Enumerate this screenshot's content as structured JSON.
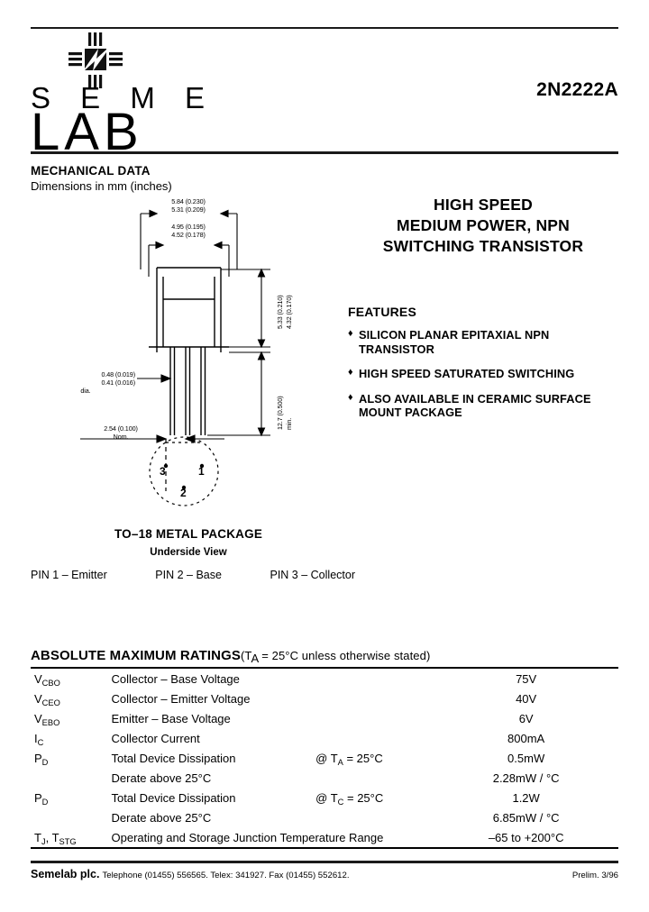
{
  "header": {
    "logo_word_top": "S E M E",
    "logo_word_bottom": "LAB",
    "part_number": "2N2222A"
  },
  "mechanical": {
    "title": "MECHANICAL DATA",
    "subtitle": "Dimensions in mm (inches)",
    "dimensions": {
      "body_width_max": "5.84 (0.230)",
      "body_width_min": "5.31 (0.209)",
      "body_inner_max": "4.95 (0.195)",
      "body_inner_min": "4.52 (0.178)",
      "body_height_max": "5.33 (0.210)",
      "body_height_min": "4.32 (0.170)",
      "lead_length": "12.7 (0.500)",
      "lead_length_note": "min.",
      "lead_dia_max": "0.48 (0.019)",
      "lead_dia_min": "0.41 (0.016)",
      "lead_dia_note": "dia.",
      "pin_spacing": "2.54 (0.100)",
      "pin_spacing_note": "Nom."
    },
    "pin_numbers": {
      "p1": "1",
      "p2": "2",
      "p3": "3"
    },
    "package_title": "TO–18 METAL PACKAGE",
    "package_view": "Underside View",
    "pin_legend": [
      "PIN 1 – Emitter",
      "PIN 2 – Base",
      "PIN 3 – Collector"
    ]
  },
  "product": {
    "title_lines": [
      "HIGH SPEED",
      "MEDIUM POWER, NPN",
      "SWITCHING TRANSISTOR"
    ],
    "features_heading": "FEATURES",
    "bullet_glyph": "♦",
    "features": [
      "SILICON PLANAR EPITAXIAL NPN TRANSISTOR",
      "HIGH SPEED SATURATED SWITCHING",
      "ALSO AVAILABLE IN CERAMIC SURFACE MOUNT PACKAGE"
    ]
  },
  "ratings": {
    "heading": "ABSOLUTE MAXIMUM RATINGS",
    "heading_condition_pre": "(T",
    "heading_condition_sub": "A",
    "heading_condition_post": " = 25°C unless otherwise stated)",
    "rows": [
      {
        "symbol_main": "V",
        "symbol_sub": "CBO",
        "description": "Collector – Base Voltage",
        "condition_pre": "",
        "condition_sub": "",
        "condition_post": "",
        "value": "75V"
      },
      {
        "symbol_main": "V",
        "symbol_sub": "CEO",
        "description": "Collector – Emitter Voltage",
        "condition_pre": "",
        "condition_sub": "",
        "condition_post": "",
        "value": "40V"
      },
      {
        "symbol_main": "V",
        "symbol_sub": "EBO",
        "description": "Emitter – Base Voltage",
        "condition_pre": "",
        "condition_sub": "",
        "condition_post": "",
        "value": "6V"
      },
      {
        "symbol_main": "I",
        "symbol_sub": "C",
        "description": "Collector Current",
        "condition_pre": "",
        "condition_sub": "",
        "condition_post": "",
        "value": "800mA"
      },
      {
        "symbol_main": "P",
        "symbol_sub": "D",
        "description": "Total Device Dissipation",
        "condition_pre": "@ T",
        "condition_sub": "A",
        "condition_post": " = 25°C",
        "value": "0.5mW"
      },
      {
        "symbol_main": "",
        "symbol_sub": "",
        "description": "Derate above 25°C",
        "condition_pre": "",
        "condition_sub": "",
        "condition_post": "",
        "value": "2.28mW / °C"
      },
      {
        "symbol_main": "P",
        "symbol_sub": "D",
        "description": "Total Device Dissipation",
        "condition_pre": "@ T",
        "condition_sub": "C",
        "condition_post": " = 25°C",
        "value": "1.2W"
      },
      {
        "symbol_main": "",
        "symbol_sub": "",
        "description": "Derate above 25°C",
        "condition_pre": "",
        "condition_sub": "",
        "condition_post": "",
        "value": "6.85mW / °C"
      },
      {
        "symbol_main": "T",
        "symbol_sub": "J",
        "symbol_main2": ", T",
        "symbol_sub2": "STG",
        "description": "Operating and Storage Junction Temperature Range",
        "condition_pre": "",
        "condition_sub": "",
        "condition_post": "",
        "value": "–65 to +200°C"
      }
    ]
  },
  "footer": {
    "company": "Semelab plc.",
    "contact": "Telephone (01455) 556565. Telex: 341927. Fax (01455) 552612.",
    "revision": "Prelim. 3/96"
  }
}
